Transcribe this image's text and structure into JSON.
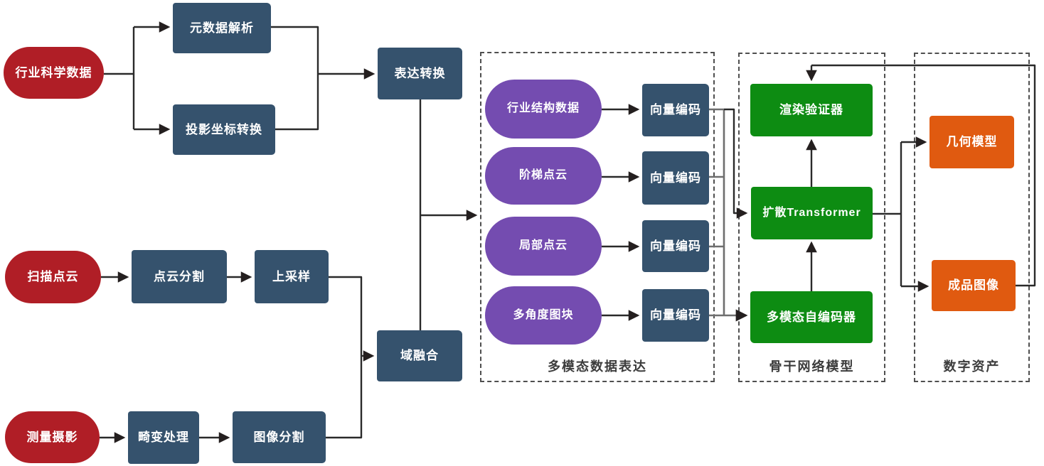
{
  "colors": {
    "source": "#b01e26",
    "process": "#35526d",
    "modal": "#744cb0",
    "backbone": "#0d8c12",
    "asset": "#e05a10",
    "line": "#2a2a2a",
    "bus": "#6e6e6e",
    "dash": "#4f4f4f",
    "label": "#3c3c3c"
  },
  "nodes": {
    "industry_science_data": "行业科学数据",
    "metadata_parsing": "元数据解析",
    "projection_transform": "投影坐标转换",
    "expression_conversion": "表达转换",
    "scan_point_cloud": "扫描点云",
    "point_cloud_segmentation": "点云分割",
    "upsampling": "上采样",
    "domain_fusion": "域融合",
    "survey_photography": "测量摄影",
    "distortion_processing": "畸变处理",
    "image_segmentation": "图像分割",
    "industry_structure_data": "行业结构数据",
    "stepped_point_cloud": "阶梯点云",
    "local_point_cloud": "局部点云",
    "multi_angle_patches": "多角度图块",
    "vector_encoding": "向量编码",
    "render_validator": "渲染验证器",
    "diffusion_transformer": "扩散Transformer",
    "multimodal_autoencoder": "多模态自编码器",
    "geometry_model": "几何模型",
    "final_image": "成品图像"
  },
  "groups": {
    "multimodal_representation": "多模态数据表达",
    "backbone_network": "骨干网络模型",
    "digital_assets": "数字资产"
  }
}
